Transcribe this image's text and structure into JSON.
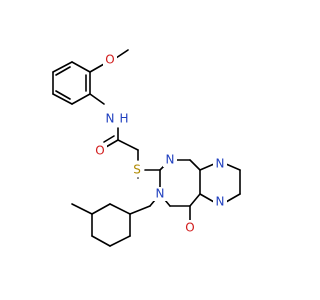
{
  "molecule": {
    "atom_labels": {
      "methoxy_O": "O",
      "amide_NH": "N",
      "amide_H": "H",
      "carbonyl_O": "O",
      "thio_S": "S",
      "pyrim_N1": "N",
      "pyrim_N3": "N",
      "pyraz_N5": "N",
      "pyraz_N8": "N",
      "lactam_O": "O"
    },
    "colors": {
      "carbon": "#000000",
      "nitrogen": "#1f3fbf",
      "oxygen": "#d11b1b",
      "sulfur": "#b08a00",
      "background": "#ffffff"
    }
  }
}
